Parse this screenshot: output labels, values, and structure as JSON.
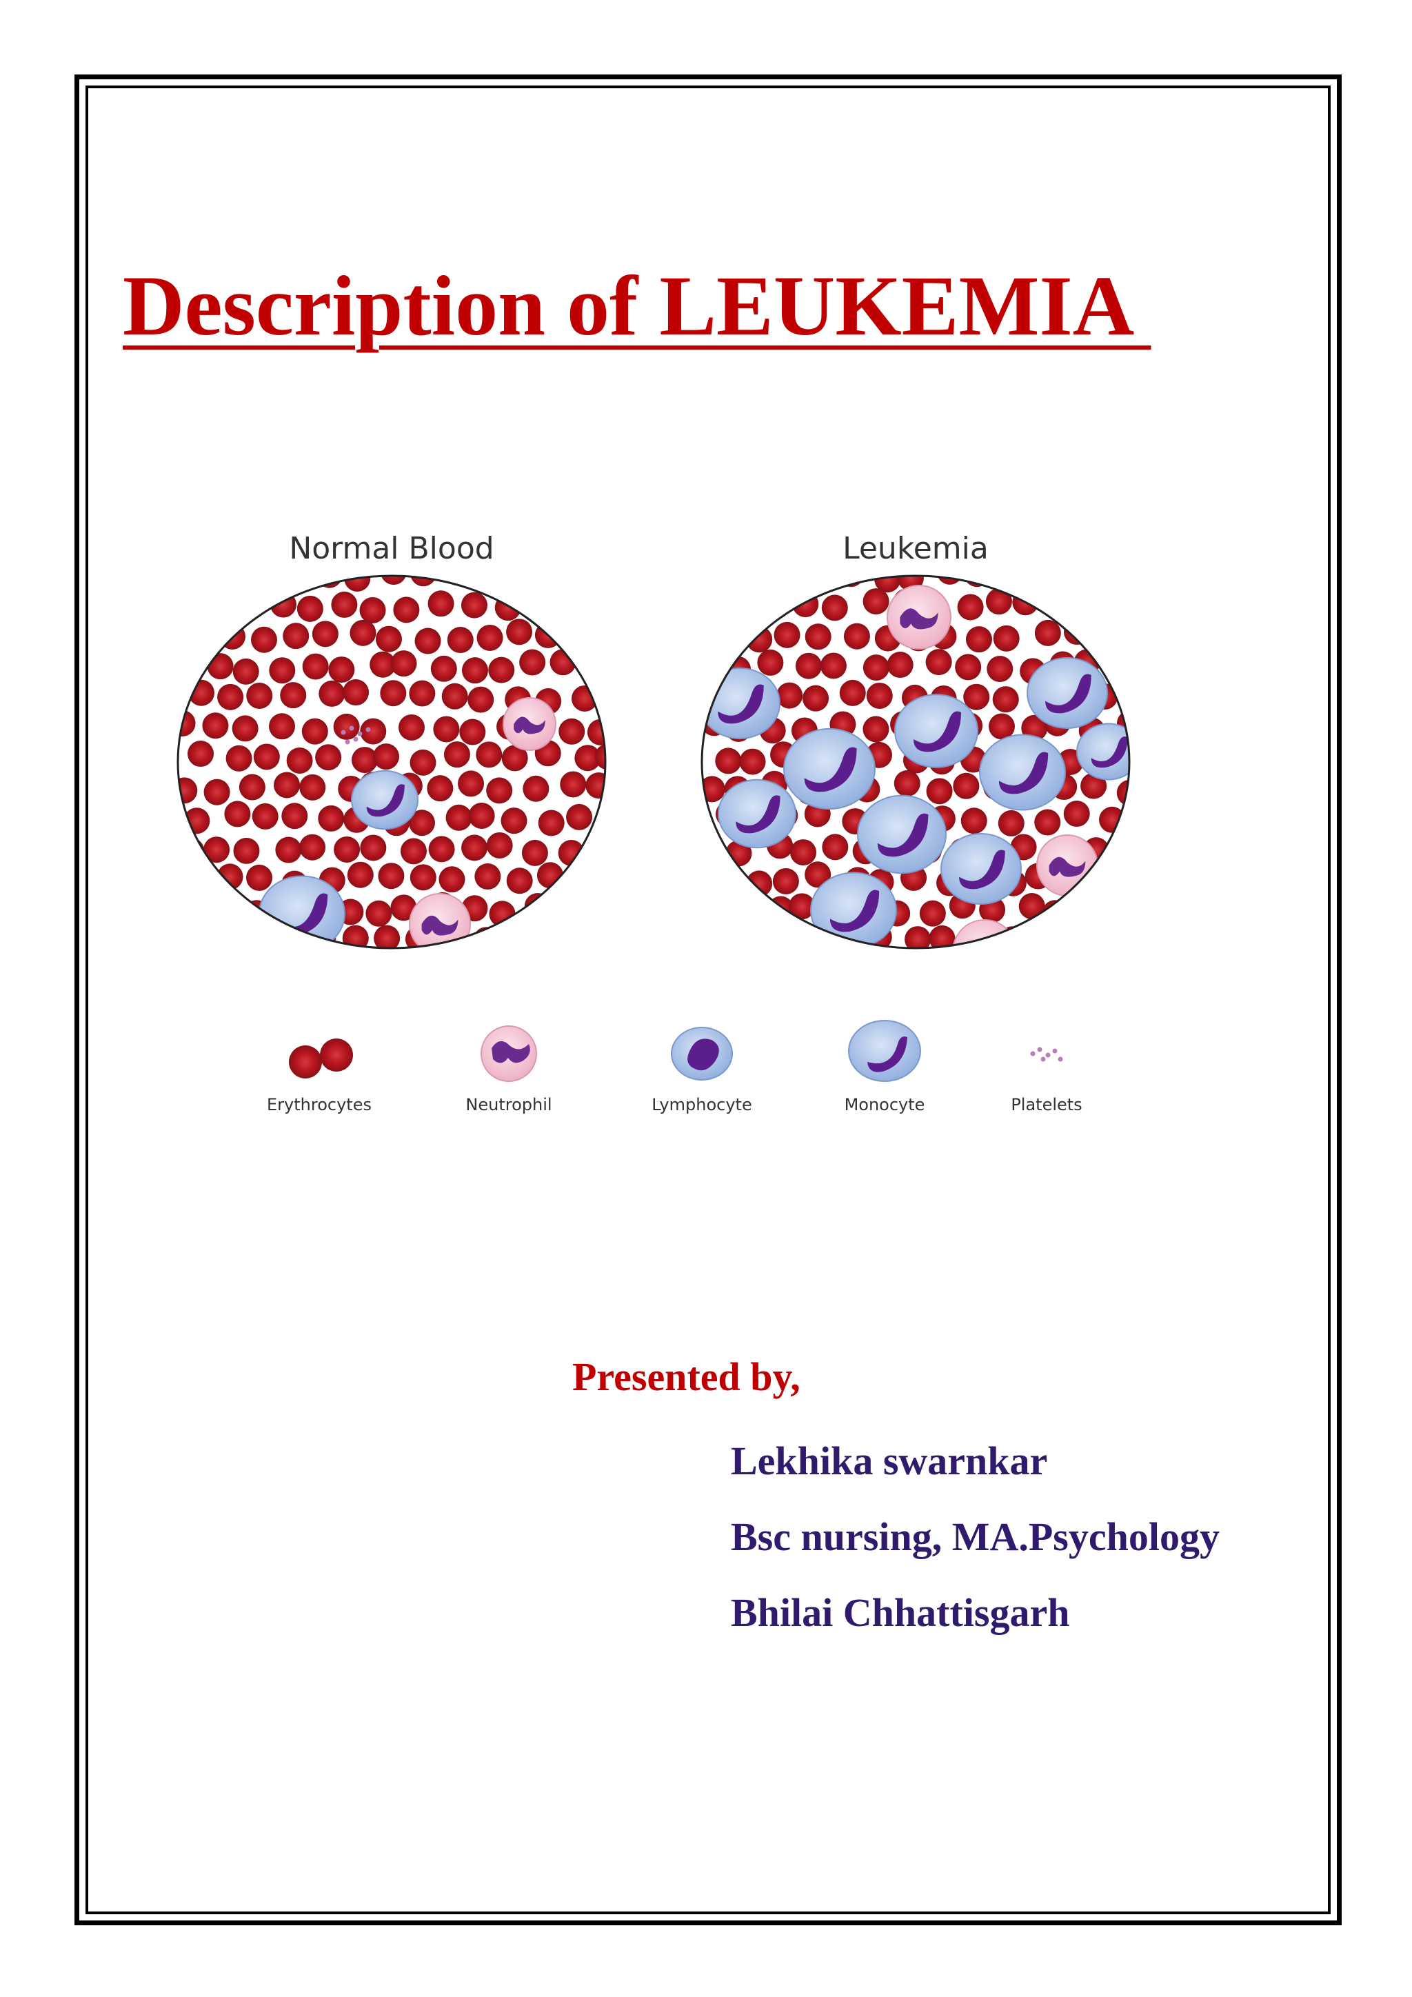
{
  "document": {
    "title": "Description of LEUKEMIA ",
    "presented_by": "Presented by,",
    "author": "Lekhika swarnkar",
    "qualification": "Bsc nursing, MA.Psychology",
    "location": "Bhilai Chhattisgarh"
  },
  "figure": {
    "left_panel_label": "Normal Blood",
    "right_panel_label": "Leukemia",
    "legend": [
      {
        "label": "Erythrocytes"
      },
      {
        "label": "Neutrophil"
      },
      {
        "label": "Lymphocyte"
      },
      {
        "label": "Monocyte"
      },
      {
        "label": "Platelets"
      }
    ]
  },
  "colors": {
    "title": "#c00000",
    "presented_by": "#c00000",
    "author_block": "#2f1a6b",
    "erythrocyte": "#b0141c",
    "lymphocyte_cytoplasm": "#a9c3e8",
    "nucleus": "#5b1e8c",
    "neutrophil": "#f4c6d4"
  }
}
